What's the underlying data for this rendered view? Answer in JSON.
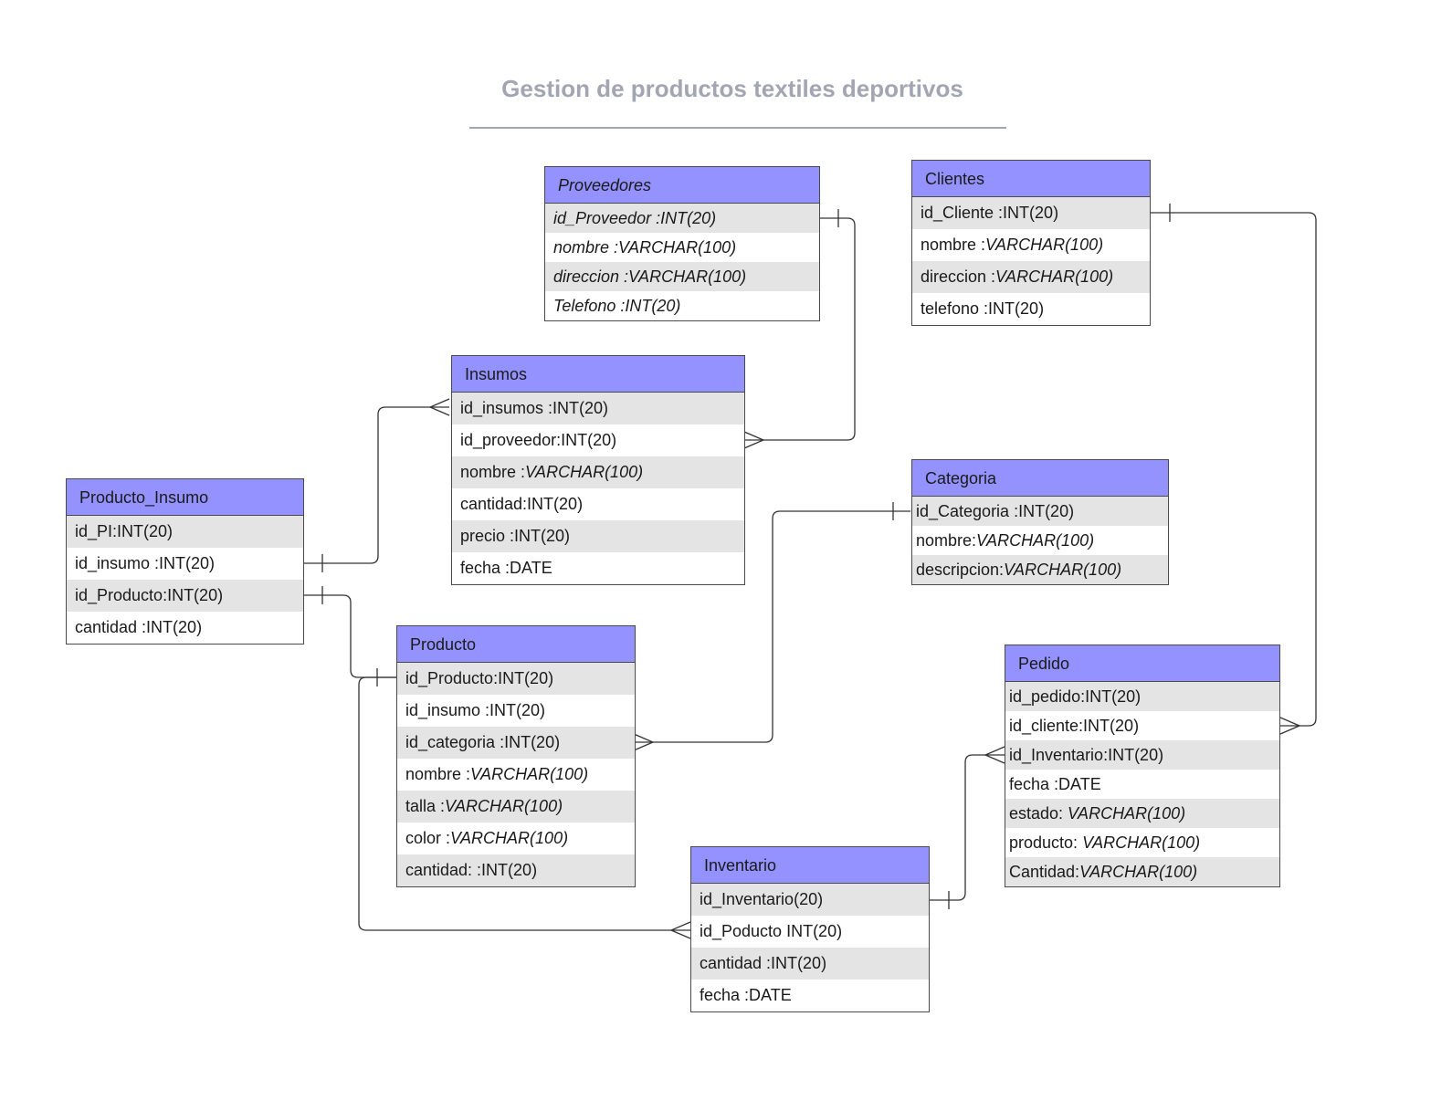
{
  "title": "Gestion de productos textiles deportivos",
  "colors": {
    "header": "#9392ff",
    "stripe": "#e4e4e4",
    "title": "#a1a6b2",
    "line": "#333333"
  },
  "entities": {
    "proveedores": {
      "name": "Proveedores",
      "rows": [
        {
          "name": "id_Proveedor :",
          "type": "INT(20)"
        },
        {
          "name": "nombre :",
          "type": "VARCHAR(100)"
        },
        {
          "name": "direccion :",
          "type": "VARCHAR(100)"
        },
        {
          "name": "Telefono :",
          "type": "INT(20)"
        }
      ]
    },
    "clientes": {
      "name": "Clientes",
      "rows": [
        {
          "name": "id_Cliente :INT(20)",
          "type": ""
        },
        {
          "name": "nombre :",
          "type": "VARCHAR(100)"
        },
        {
          "name": "direccion :",
          "type": "VARCHAR(100)"
        },
        {
          "name": "telefono :INT(20)",
          "type": ""
        }
      ]
    },
    "insumos": {
      "name": "Insumos",
      "rows": [
        {
          "name": "id_insumos :INT(20)",
          "type": ""
        },
        {
          "name": "id_proveedor:INT(20)",
          "type": ""
        },
        {
          "name": "nombre :",
          "type": "VARCHAR(100)"
        },
        {
          "name": "cantidad:INT(20)",
          "type": ""
        },
        {
          "name": "precio :INT(20)",
          "type": ""
        },
        {
          "name": "fecha  :DATE",
          "type": ""
        }
      ]
    },
    "producto_insumo": {
      "name": "Producto_Insumo",
      "rows": [
        {
          "name": "id_PI:INT(20)",
          "type": ""
        },
        {
          "name": "id_insumo :INT(20)",
          "type": ""
        },
        {
          "name": "id_Producto:INT(20)",
          "type": ""
        },
        {
          "name": "cantidad :INT(20)",
          "type": ""
        }
      ]
    },
    "categoria": {
      "name": "Categoria",
      "rows": [
        {
          "name": "id_Categoria :INT(20)",
          "type": ""
        },
        {
          "name": "nombre:",
          "type": "VARCHAR(100)"
        },
        {
          "name": "descripcion:",
          "type": "VARCHAR(100)"
        }
      ]
    },
    "producto": {
      "name": "Producto",
      "rows": [
        {
          "name": "id_Producto:INT(20)",
          "type": ""
        },
        {
          "name": "id_insumo :INT(20)",
          "type": ""
        },
        {
          "name": "id_categoria :INT(20)",
          "type": ""
        },
        {
          "name": "nombre :",
          "type": "VARCHAR(100)"
        },
        {
          "name": "talla :",
          "type": "VARCHAR(100)"
        },
        {
          "name": "color  :",
          "type": "VARCHAR(100)"
        },
        {
          "name": "cantidad: :INT(20)",
          "type": ""
        }
      ]
    },
    "pedido": {
      "name": "Pedido",
      "rows": [
        {
          "name": "id_pedido:INT(20)",
          "type": ""
        },
        {
          "name": "id_cliente:INT(20)",
          "type": ""
        },
        {
          "name": "id_Inventario:INT(20)",
          "type": ""
        },
        {
          "name": "fecha :DATE",
          "type": ""
        },
        {
          "name": "estado: ",
          "type": "VARCHAR(100)"
        },
        {
          "name": "producto: ",
          "type": "VARCHAR(100)"
        },
        {
          "name": "Cantidad:",
          "type": "VARCHAR(100)"
        }
      ]
    },
    "inventario": {
      "name": "Inventario",
      "rows": [
        {
          "name": "id_Inventario(20)",
          "type": ""
        },
        {
          "name": "id_Poducto INT(20)",
          "type": ""
        },
        {
          "name": "cantidad :INT(20)",
          "type": ""
        },
        {
          "name": "fecha  :DATE",
          "type": ""
        }
      ]
    }
  },
  "relationships": [
    {
      "from": "Proveedores.id_Proveedor",
      "to": "Insumos.id_proveedor",
      "cardinality": "one-to-many"
    },
    {
      "from": "Insumos.id_insumos",
      "to": "Producto_Insumo.id_insumo",
      "cardinality": "many-to-one"
    },
    {
      "from": "Producto_Insumo.id_Producto",
      "to": "Producto.id_Producto",
      "cardinality": "one-to-one"
    },
    {
      "from": "Categoria.id_Categoria",
      "to": "Producto.id_categoria",
      "cardinality": "one-to-many"
    },
    {
      "from": "Producto.id_Producto",
      "to": "Inventario.id_Poducto",
      "cardinality": "one-to-many"
    },
    {
      "from": "Inventario.id_Inventario",
      "to": "Pedido.id_Inventario",
      "cardinality": "one-to-many"
    },
    {
      "from": "Clientes.id_Cliente",
      "to": "Pedido.id_cliente",
      "cardinality": "one-to-many"
    }
  ]
}
